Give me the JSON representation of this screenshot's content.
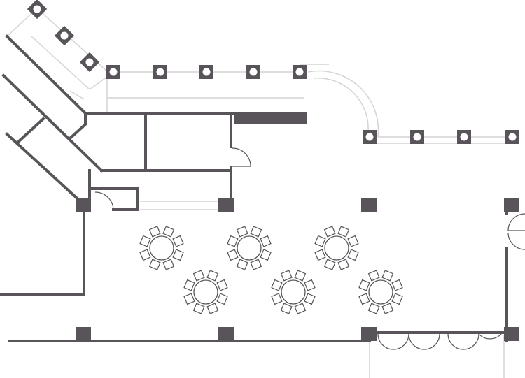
{
  "plan": {
    "colors": {
      "wall": "#58545a",
      "outline": "#d4d4d4",
      "fixture": "#58545a",
      "background": "#ffffff"
    },
    "round_tables": {
      "count": 6,
      "chairs_per_table": 8
    },
    "window_columns": {
      "diagonal_count": 3,
      "upper_row_count": 5,
      "right_row_count": 4
    },
    "structural_columns": 8
  }
}
